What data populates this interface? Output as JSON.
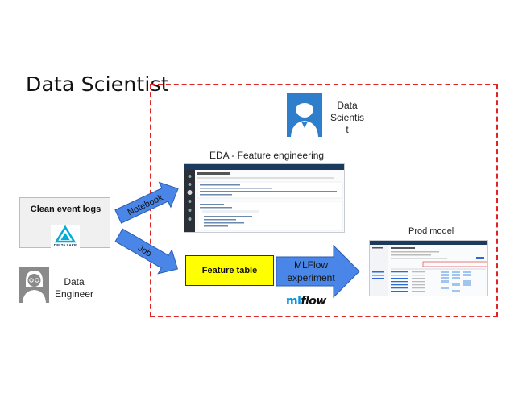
{
  "title": "Data Scientist",
  "personas": {
    "data_scientist": "Data\nScientis\nt",
    "data_engineer": "Data\nEngineer"
  },
  "eda_label": "EDA - Feature engineering",
  "clean_box": {
    "label": "Clean event logs",
    "logo_text": "DELTA LAKE"
  },
  "arrows": {
    "notebook": "Notebook",
    "job": "Job",
    "mlflow_line1": "MLFlow",
    "mlflow_line2": "experiment"
  },
  "feature_table": "Feature table",
  "prod_model": "Prod model",
  "mlflow_logo": {
    "ml": "ml",
    "flow": "flow"
  },
  "colors": {
    "accent_red": "#e02424",
    "arrow_blue": "#4a86e8",
    "feature_yellow": "#ffff00",
    "mlflow_blue": "#0194e2",
    "avatar_blue": "#2f7ecb",
    "avatar_grey": "#8a8a8a"
  }
}
